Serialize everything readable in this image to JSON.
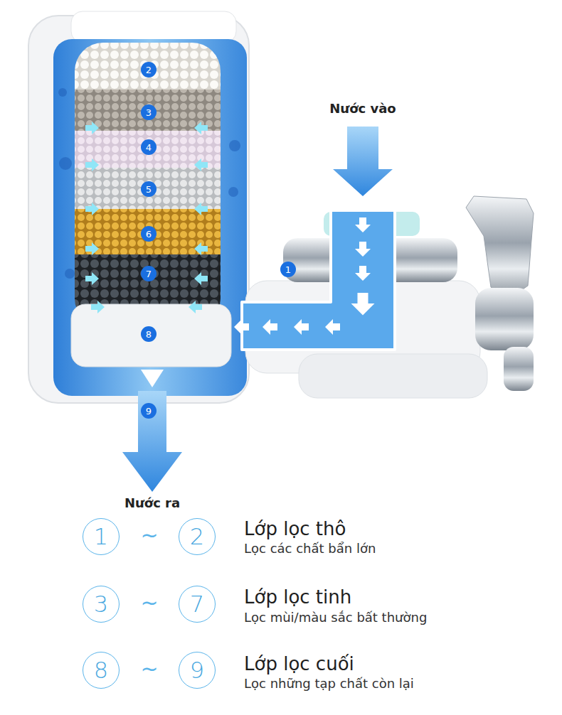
{
  "diagram": {
    "nodes": [
      {
        "text": [
          "2"
        ]
      },
      {
        "text": [
          "3"
        ]
      },
      {
        "text": [
          "4"
        ]
      },
      {
        "text": [
          "5"
        ]
      },
      {
        "text": [
          "6"
        ]
      },
      {
        "text": [
          "1"
        ]
      },
      {
        "text": [
          "7"
        ]
      },
      {
        "text": [
          "8"
        ]
      },
      {
        "text": [
          "9"
        ]
      },
      {
        "text": [
          "1"
        ]
      },
      {
        "text": [
          "2"
        ]
      },
      {
        "text": [
          "3"
        ]
      },
      {
        "text": [
          "7"
        ]
      },
      {
        "text": [
          "8"
        ]
      },
      {
        "text": [
          "9"
        ]
      }
    ],
    "labels": [
      "Nước vào",
      "Nước ra",
      "~",
      "Lớp lọc thô",
      "Lọc các chất bẩn lớn",
      "~",
      "Lớp lọc tinh",
      "Lọc mùi/màu sắc bất thường",
      "~",
      "Lớp lọc cuối",
      "Lọc những tạp chất còn lại"
    ]
  }
}
